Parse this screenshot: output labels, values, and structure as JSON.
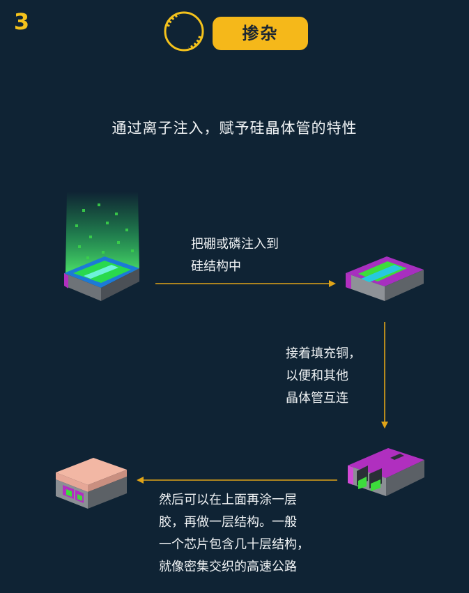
{
  "step": {
    "number": "3",
    "title": "掺杂"
  },
  "subtitle": "通过离子注入，赋予硅晶体管的特性",
  "captions": {
    "implant": "把硼或磷注入到\n硅结构中",
    "copper": "接着填充铜，\n以便和其他\n晶体管互连",
    "layers": "然后可以在上面再涂一层\n胶，再做一层结构。一般\n一个芯片包含几十层结构，\n就像密集交织的高速公路"
  },
  "colors": {
    "background": "#0f2334",
    "accent": "#f5b81a",
    "arrow": "#e0a418",
    "green": "#39d12f",
    "cyan": "#1ecbe0",
    "magenta": "#b22fc0",
    "gray": "#8b8f94",
    "peach": "#f2b7a4"
  }
}
